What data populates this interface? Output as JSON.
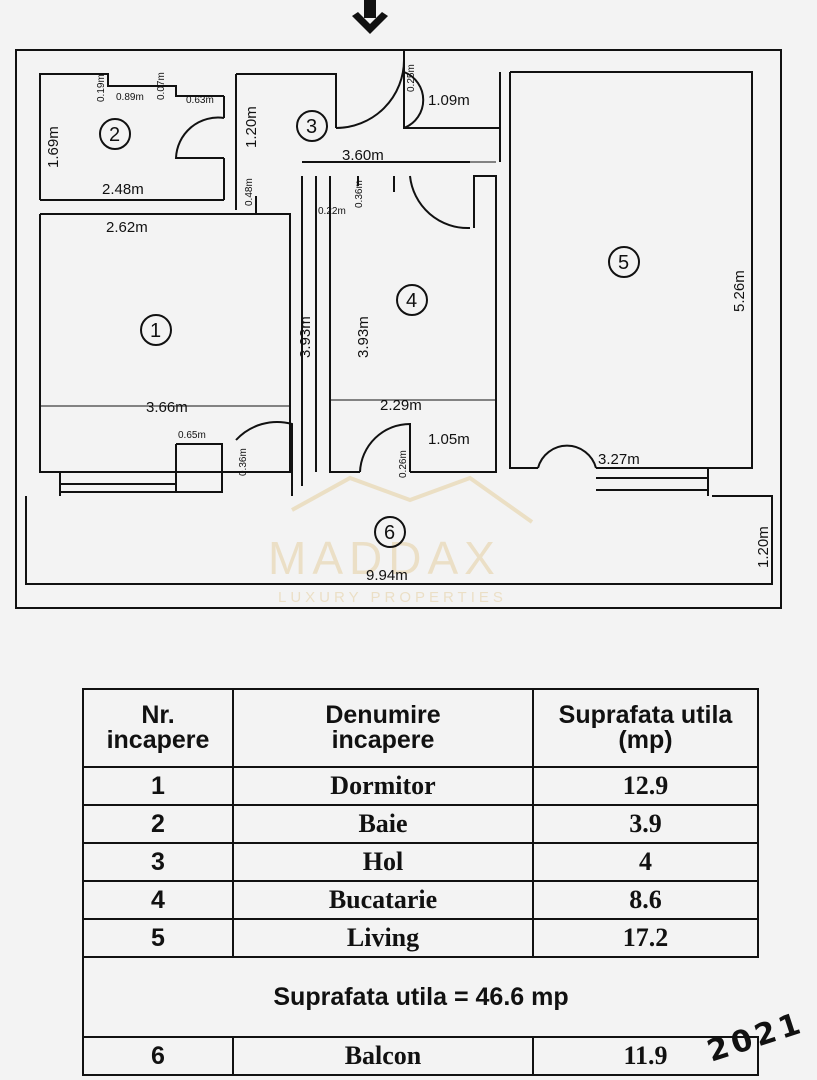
{
  "floor_plan": {
    "rooms": [
      {
        "number": "1"
      },
      {
        "number": "2"
      },
      {
        "number": "3"
      },
      {
        "number": "4"
      },
      {
        "number": "5"
      },
      {
        "number": "6"
      }
    ],
    "dimensions": {
      "d1": "0.19m",
      "d2": "0.89m",
      "d3": "0.07m",
      "d4": "0.63m",
      "d5": "1.20m",
      "d6": "0.25m",
      "d7": "1.09m",
      "d8": "1.69m",
      "d9": "2.48m",
      "d10": "3.60m",
      "d11": "0.48m",
      "d12": "0.22m",
      "d13": "0.36m",
      "d14": "2.62m",
      "d15": "5.26m",
      "d16": "3.93m",
      "d17": "3.93m",
      "d18": "3.66m",
      "d19": "2.29m",
      "d20": "0.65m",
      "d21": "1.05m",
      "d22": "0.36m",
      "d23": "0.26m",
      "d24": "3.27m",
      "d25": "1.20m",
      "d26": "9.94m"
    },
    "watermark": {
      "brand": "MADDAX",
      "tagline": "LUXURY PROPERTIES"
    }
  },
  "table": {
    "headers": {
      "nr_line1": "Nr.",
      "nr_line2": "incapere",
      "name_line1": "Denumire",
      "name_line2": "incapere",
      "area_line1": "Suprafata utila",
      "area_line2": "(mp)"
    },
    "rows": [
      {
        "nr": "1",
        "name": "Dormitor",
        "area": "12.9"
      },
      {
        "nr": "2",
        "name": "Baie",
        "area": "3.9"
      },
      {
        "nr": "3",
        "name": "Hol",
        "area": "4"
      },
      {
        "nr": "4",
        "name": "Bucatarie",
        "area": "8.6"
      },
      {
        "nr": "5",
        "name": "Living",
        "area": "17.2"
      }
    ],
    "total": "Suprafata utila = 46.6 mp",
    "balcony": {
      "nr": "6",
      "name": "Balcon",
      "area": "11.9"
    }
  },
  "annotation": {
    "year": "2021"
  }
}
